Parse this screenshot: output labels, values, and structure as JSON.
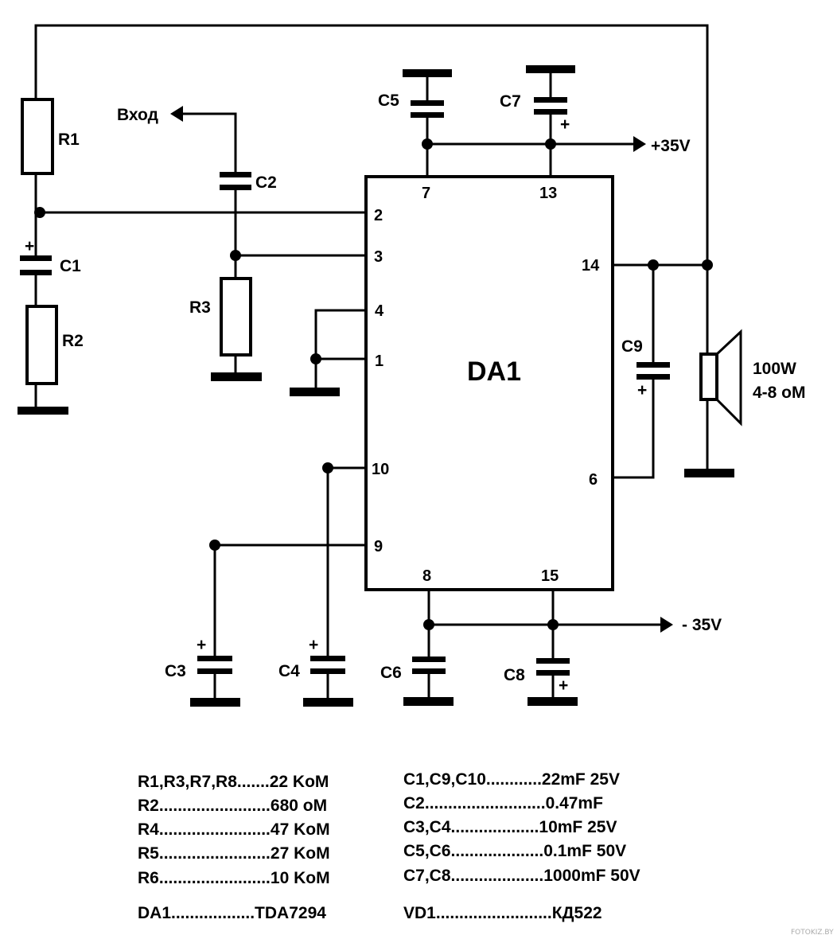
{
  "chip": {
    "name": "DA1"
  },
  "pins": {
    "p1": "1",
    "p2": "2",
    "p3": "3",
    "p4": "4",
    "p6": "6",
    "p7": "7",
    "p8": "8",
    "p9": "9",
    "p10": "10",
    "p13": "13",
    "p14": "14",
    "p15": "15"
  },
  "components": {
    "r1": "R1",
    "r2": "R2",
    "r3": "R3",
    "c1": "C1",
    "c2": "C2",
    "c3": "C3",
    "c4": "C4",
    "c5": "C5",
    "c6": "C6",
    "c7": "C7",
    "c8": "C8",
    "c9": "C9"
  },
  "plus_sign": "+",
  "input_label": "Вход",
  "rails": {
    "positive": "+35V",
    "negative": "- 35V"
  },
  "speaker": {
    "power": "100W",
    "impedance": "4-8 oM"
  },
  "bom_left": [
    {
      "name": "R1,R3,R7,R8",
      "dots": ".......",
      "value": "22 KoM"
    },
    {
      "name": "R2",
      "dots": "........................",
      "value": "680 oM"
    },
    {
      "name": "R4",
      "dots": "........................",
      "value": "47 KoM"
    },
    {
      "name": "R5",
      "dots": "........................",
      "value": "27 KoM"
    },
    {
      "name": "R6",
      "dots": "........................",
      "value": "10 KoM"
    },
    {
      "name": "DA1",
      "dots": "..................",
      "value": "TDA7294"
    }
  ],
  "bom_right": [
    {
      "name": "C1,C9,C10",
      "dots": "............",
      "value": "22mF 25V"
    },
    {
      "name": "C2",
      "dots": "..........................",
      "value": "0.47mF"
    },
    {
      "name": "C3,C4",
      "dots": "...................",
      "value": "10mF 25V"
    },
    {
      "name": "C5,C6",
      "dots": "....................",
      "value": "0.1mF 50V"
    },
    {
      "name": "C7,C8",
      "dots": "....................",
      "value": "1000mF 50V"
    },
    {
      "name": "VD1",
      "dots": ".........................",
      "value": "КД522"
    }
  ],
  "watermark": "FOTOKIZ.BY"
}
